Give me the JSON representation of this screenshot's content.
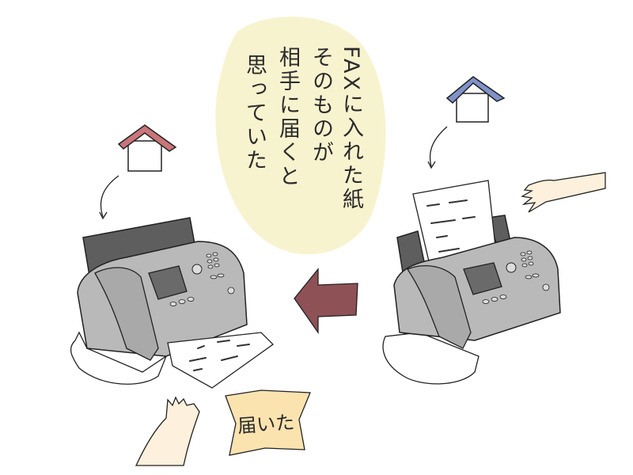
{
  "speech_bubble": {
    "lines": [
      "FAXに入れた紙",
      "そのものが",
      "相手に届くと",
      "思っていた"
    ],
    "fill_color": "#f8f3cf"
  },
  "received_label": {
    "text": "届いた",
    "fill_color": "#fbe3b0"
  },
  "colors": {
    "left_house_roof": "#c9757a",
    "right_house_roof": "#7f93c9",
    "arrow": "#8e5156",
    "fax_body": "#b9b9b9",
    "fax_dark": "#5e5e5e",
    "skin": "#fdf0dc",
    "outline": "#222222"
  },
  "scene": {
    "left_fax": "receiving fax machine with printed paper",
    "right_fax": "sending fax machine with paper inserted",
    "arrow_direction": "left"
  }
}
